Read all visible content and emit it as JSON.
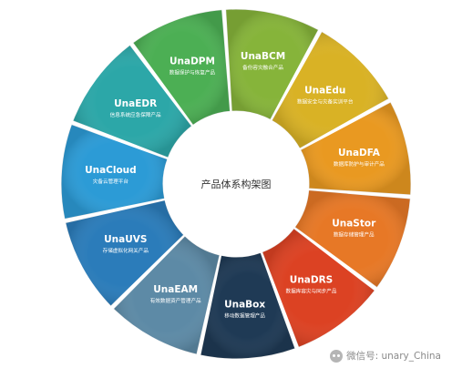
{
  "center_title": "产品体系构架图",
  "segments": [
    {
      "name": "UnaBCM",
      "desc": "备份容灾融合产品",
      "color": "#86b43a"
    },
    {
      "name": "UnaEdu",
      "desc": "数据安全与灾备实训平台",
      "color": "#d9b225"
    },
    {
      "name": "UnaDFA",
      "desc": "数据库防护与审计产品",
      "color": "#e99921"
    },
    {
      "name": "UnaStor",
      "desc": "数据存储管理产品",
      "color": "#e77826"
    },
    {
      "name": "UnaDRS",
      "desc": "数据库容灾与同步产品",
      "color": "#dc4223"
    },
    {
      "name": "UnaBox",
      "desc": "移动数据管理产品",
      "color": "#1f3a55"
    },
    {
      "name": "UnaEAM",
      "desc": "有效数据资产管理产品",
      "color": "#5d8aa6"
    },
    {
      "name": "UnaUVS",
      "desc": "存储虚拟化网关产品",
      "color": "#2b7cba"
    },
    {
      "name": "UnaCloud",
      "desc": "灾备云管理平台",
      "color": "#2c9bd6"
    },
    {
      "name": "UnaEDR",
      "desc": "信息系统应急保障产品",
      "color": "#2ca7a8"
    },
    {
      "name": "UnaDPM",
      "desc": "数据保护与恢复产品",
      "color": "#4caf54"
    }
  ],
  "watermark": {
    "text": "微信号: unary_China",
    "icon": "wechat-icon"
  }
}
